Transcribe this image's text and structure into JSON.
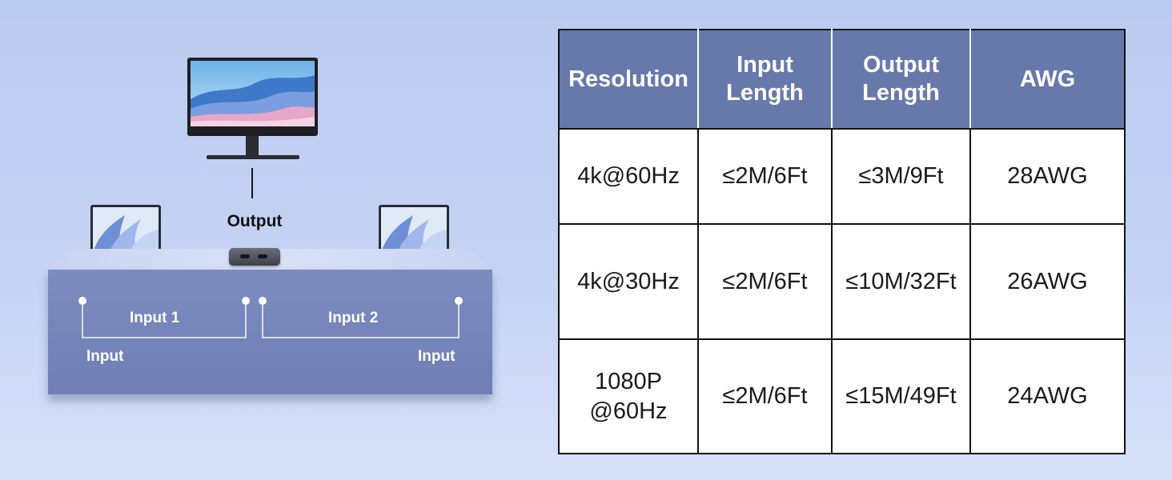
{
  "diagram": {
    "output_label": "Output",
    "input1_label": "Input 1",
    "input2_label": "Input 2",
    "left_input_label": "Input",
    "right_input_label": "Input"
  },
  "spec_table": {
    "headers": [
      "Resolution",
      "Input\nLength",
      "Output\nLength",
      "AWG"
    ],
    "rows": [
      [
        "4k@60Hz",
        "≤2M/6Ft",
        "≤3M/9Ft",
        "28AWG"
      ],
      [
        "4k@30Hz",
        "≤2M/6Ft",
        "≤10M/32Ft",
        "26AWG"
      ],
      [
        "1080P\n@60Hz",
        "≤2M/6Ft",
        "≤15M/49Ft",
        "24AWG"
      ]
    ]
  },
  "colors": {
    "header_bg": "#6779ab",
    "background": "#c4d2f3",
    "platform": "#7584ba"
  },
  "icons": [
    "monitor-icon",
    "laptop-icon",
    "usb-c-switch-icon"
  ]
}
